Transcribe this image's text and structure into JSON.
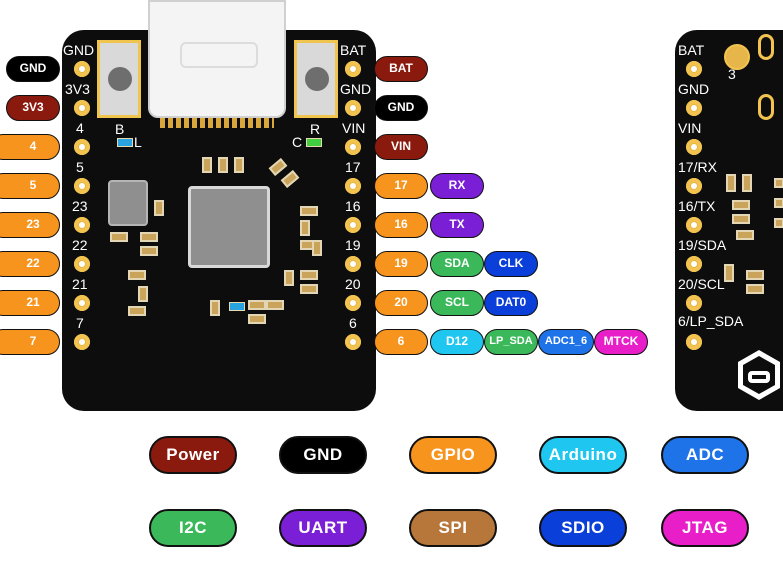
{
  "board_left": {
    "left_labels": [
      "GND",
      "3V3",
      "4",
      "5",
      "23",
      "22",
      "21",
      "7"
    ],
    "right_labels": [
      "BAT",
      "GND",
      "VIN",
      "17",
      "16",
      "19",
      "20",
      "6"
    ],
    "silk_b": "B",
    "silk_l": "L",
    "silk_r": "R",
    "silk_c": "C"
  },
  "left_pins": [
    {
      "label": "GND",
      "color": "#000000"
    },
    {
      "label": "3V3",
      "color": "#8b1a0e"
    },
    {
      "label": "4",
      "color": "#f7941d"
    },
    {
      "label": "5",
      "color": "#f7941d"
    },
    {
      "label": "23",
      "color": "#f7941d"
    },
    {
      "label": "22",
      "color": "#f7941d"
    },
    {
      "label": "21",
      "color": "#f7941d"
    },
    {
      "label": "7",
      "color": "#f7941d"
    }
  ],
  "right_pins": [
    {
      "labels": [
        "BAT"
      ],
      "colors": [
        "#8b1a0e"
      ]
    },
    {
      "labels": [
        "GND"
      ],
      "colors": [
        "#000000"
      ]
    },
    {
      "labels": [
        "VIN"
      ],
      "colors": [
        "#8b1a0e"
      ]
    },
    {
      "labels": [
        "17",
        "RX"
      ],
      "colors": [
        "#f7941d",
        "#7a1fd6"
      ]
    },
    {
      "labels": [
        "16",
        "TX"
      ],
      "colors": [
        "#f7941d",
        "#7a1fd6"
      ]
    },
    {
      "labels": [
        "19",
        "SDA",
        "CLK"
      ],
      "colors": [
        "#f7941d",
        "#3bb95a",
        "#0b3fd9"
      ]
    },
    {
      "labels": [
        "20",
        "SCL",
        "DAT0"
      ],
      "colors": [
        "#f7941d",
        "#3bb95a",
        "#0b3fd9"
      ]
    },
    {
      "labels": [
        "6",
        "D12",
        "LP_SDA",
        "ADC1_6",
        "MTCK"
      ],
      "colors": [
        "#f7941d",
        "#1fc7f0",
        "#3bb95a",
        "#1e73e8",
        "#e81ec8"
      ]
    }
  ],
  "board_right": {
    "labels": [
      "BAT",
      "GND",
      "VIN",
      "17/RX",
      "16/TX",
      "19/SDA",
      "20/SCL",
      "6/LP_SDA"
    ],
    "marker": "3"
  },
  "legend": [
    {
      "label": "Power",
      "color": "#8b1a0e"
    },
    {
      "label": "GND",
      "color": "#000000"
    },
    {
      "label": "GPIO",
      "color": "#f7941d"
    },
    {
      "label": "Arduino",
      "color": "#1fc7f0"
    },
    {
      "label": "ADC",
      "color": "#1e73e8"
    },
    {
      "label": "I2C",
      "color": "#3bb95a"
    },
    {
      "label": "UART",
      "color": "#7a1fd6"
    },
    {
      "label": "SPI",
      "color": "#b8773a"
    },
    {
      "label": "SDIO",
      "color": "#0b3fd9"
    },
    {
      "label": "JTAG",
      "color": "#e81ec8"
    }
  ]
}
